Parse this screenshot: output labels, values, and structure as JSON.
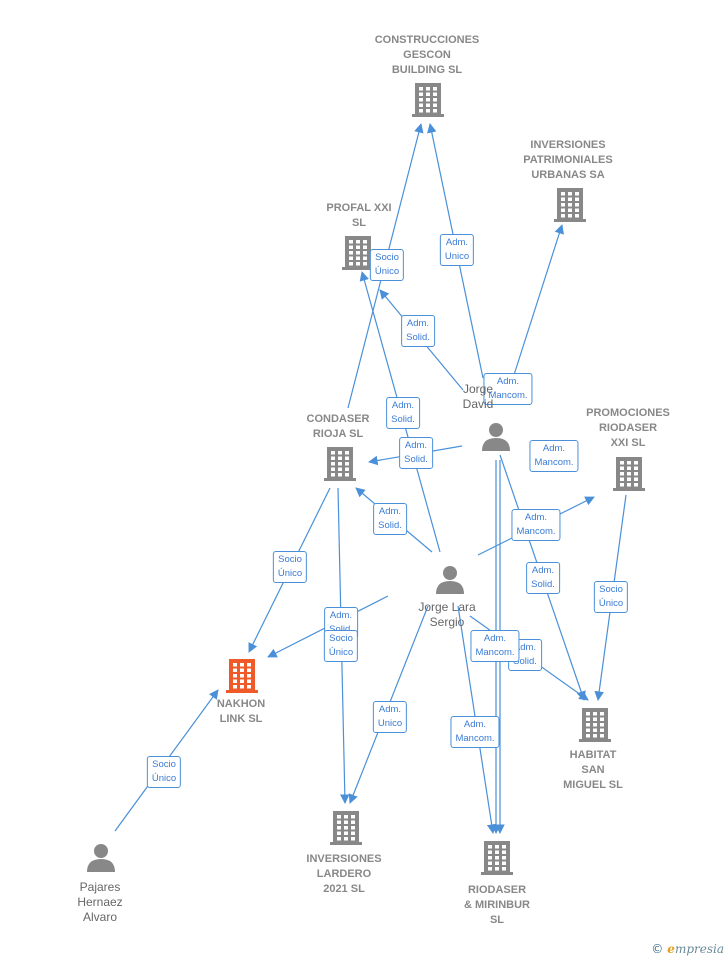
{
  "colors": {
    "edge": "#4a90d9",
    "company": "#888888",
    "highlight": "#f05a28",
    "person": "#888888"
  },
  "nodes": [
    {
      "id": "construcciones",
      "type": "company",
      "label": "CONSTRUCCIONES\nGESCON\nBUILDING  SL",
      "icon": "building-icon"
    },
    {
      "id": "inversiones_pat",
      "type": "company",
      "label": "INVERSIONES\nPATRIMONIALES\nURBANAS SA",
      "icon": "building-icon"
    },
    {
      "id": "profal",
      "type": "company",
      "label": "PROFAL XXI\nSL",
      "icon": "building-icon"
    },
    {
      "id": "jorge_david",
      "type": "person",
      "label": "Jorge\nDavid",
      "icon": "person-icon"
    },
    {
      "id": "promociones",
      "type": "company",
      "label": "PROMOCIONES\nRIODASER\nXXI  SL",
      "icon": "building-icon"
    },
    {
      "id": "condaser",
      "type": "company",
      "label": "CONDASER\nRIOJA  SL",
      "icon": "building-icon"
    },
    {
      "id": "jorge_lara",
      "type": "person",
      "label": "Jorge Lara\nSergio",
      "icon": "person-icon"
    },
    {
      "id": "nakhon",
      "type": "highlight",
      "label": "NAKHON\nLINK  SL",
      "icon": "building-icon"
    },
    {
      "id": "habitat",
      "type": "company",
      "label": "HABITAT\nSAN\nMIGUEL  SL",
      "icon": "building-icon"
    },
    {
      "id": "pajares",
      "type": "person",
      "label": "Pajares\nHernaez\nAlvaro",
      "icon": "person-icon"
    },
    {
      "id": "inversiones_lar",
      "type": "company",
      "label": "INVERSIONES\nLARDERO\n2021  SL",
      "icon": "building-icon"
    },
    {
      "id": "riodaser",
      "type": "company",
      "label": "RIODASER\n& MIRINBUR\nSL",
      "icon": "building-icon"
    }
  ],
  "edges": [
    {
      "from": "jorge_david",
      "to": "construcciones",
      "label": "Adm.\nUnico"
    },
    {
      "from": "jorge_david",
      "to": "inversiones_pat",
      "label": "Adm.\nMancom."
    },
    {
      "from": "jorge_david",
      "to": "profal",
      "label": "Adm.\nSolid."
    },
    {
      "from": "condaser",
      "to": "construcciones",
      "label": "Socio\nÚnico"
    },
    {
      "from": "jorge_lara",
      "to": "profal",
      "label": "Adm.\nSolid."
    },
    {
      "from": "jorge_david",
      "to": "condaser",
      "label": "Adm.\nSolid."
    },
    {
      "from": "jorge_lara",
      "to": "condaser",
      "label": "Adm.\nSolid."
    },
    {
      "from": "jorge_david",
      "to": "habitat",
      "label": "Adm.\nMancom."
    },
    {
      "from": "jorge_lara",
      "to": "promociones",
      "label": "Adm.\nMancom."
    },
    {
      "from": "jorge_david",
      "to": "riodaser",
      "label": "Adm.\nSolid."
    },
    {
      "from": "promociones",
      "to": "habitat",
      "label": "Socio\nÚnico"
    },
    {
      "from": "condaser",
      "to": "nakhon",
      "label": "Socio\nÚnico"
    },
    {
      "from": "jorge_lara",
      "to": "nakhon",
      "label": "Adm.\nSolid."
    },
    {
      "from": "condaser",
      "to": "inversiones_lar",
      "label": "Socio\nÚnico"
    },
    {
      "from": "jorge_lara",
      "to": "inversiones_lar",
      "label": "Adm.\nUnico"
    },
    {
      "from": "jorge_lara",
      "to": "habitat",
      "label": "Adm.\nSolid."
    },
    {
      "from": "jorge_lara",
      "to": "riodaser",
      "label": "Adm.\nMancom."
    },
    {
      "from": "jorge_david",
      "to": "riodaser",
      "label": "Adm.\nMancom."
    },
    {
      "from": "pajares",
      "to": "nakhon",
      "label": "Socio\nÚnico"
    }
  ],
  "brand": {
    "copyright": "©",
    "name": "mpresia",
    "initial": "e"
  }
}
